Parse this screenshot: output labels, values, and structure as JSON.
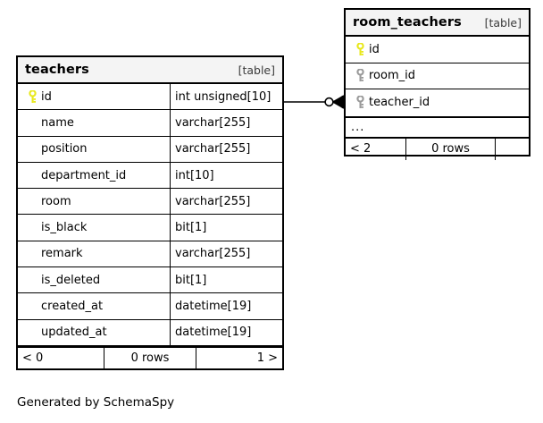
{
  "diagram": {
    "caption": "Generated by SchemaSpy",
    "table_tag": "[table]"
  },
  "tables": {
    "teachers": {
      "name": "teachers",
      "tag": "[table]",
      "columns": [
        {
          "name": "id",
          "type": "int unsigned[10]",
          "key": "primary"
        },
        {
          "name": "name",
          "type": "varchar[255]",
          "key": "none"
        },
        {
          "name": "position",
          "type": "varchar[255]",
          "key": "none"
        },
        {
          "name": "department_id",
          "type": "int[10]",
          "key": "none"
        },
        {
          "name": "room",
          "type": "varchar[255]",
          "key": "none"
        },
        {
          "name": "is_black",
          "type": "bit[1]",
          "key": "none"
        },
        {
          "name": "remark",
          "type": "varchar[255]",
          "key": "none"
        },
        {
          "name": "is_deleted",
          "type": "bit[1]",
          "key": "none"
        },
        {
          "name": "created_at",
          "type": "datetime[19]",
          "key": "none"
        },
        {
          "name": "updated_at",
          "type": "datetime[19]",
          "key": "none"
        }
      ],
      "footer": {
        "left": "< 0",
        "center": "0 rows",
        "right": "1 >"
      }
    },
    "room_teachers": {
      "name": "room_teachers",
      "tag": "[table]",
      "columns": [
        {
          "name": "id",
          "key": "primary"
        },
        {
          "name": "room_id",
          "key": "foreign"
        },
        {
          "name": "teacher_id",
          "key": "foreign"
        }
      ],
      "more_indicator": "...",
      "footer": {
        "left": "< 2",
        "center": "0 rows",
        "right": ""
      }
    }
  },
  "relationship": {
    "from": "teachers.id",
    "to": "room_teachers.teacher_id",
    "source_marker": "zero-one-circle",
    "target_marker": "crows-foot"
  },
  "colors": {
    "primary_key": "#e8e81c",
    "foreign_key": "#9a9a9a",
    "border": "#000000",
    "header_bg": "#f4f4f4",
    "background": "#ffffff"
  }
}
